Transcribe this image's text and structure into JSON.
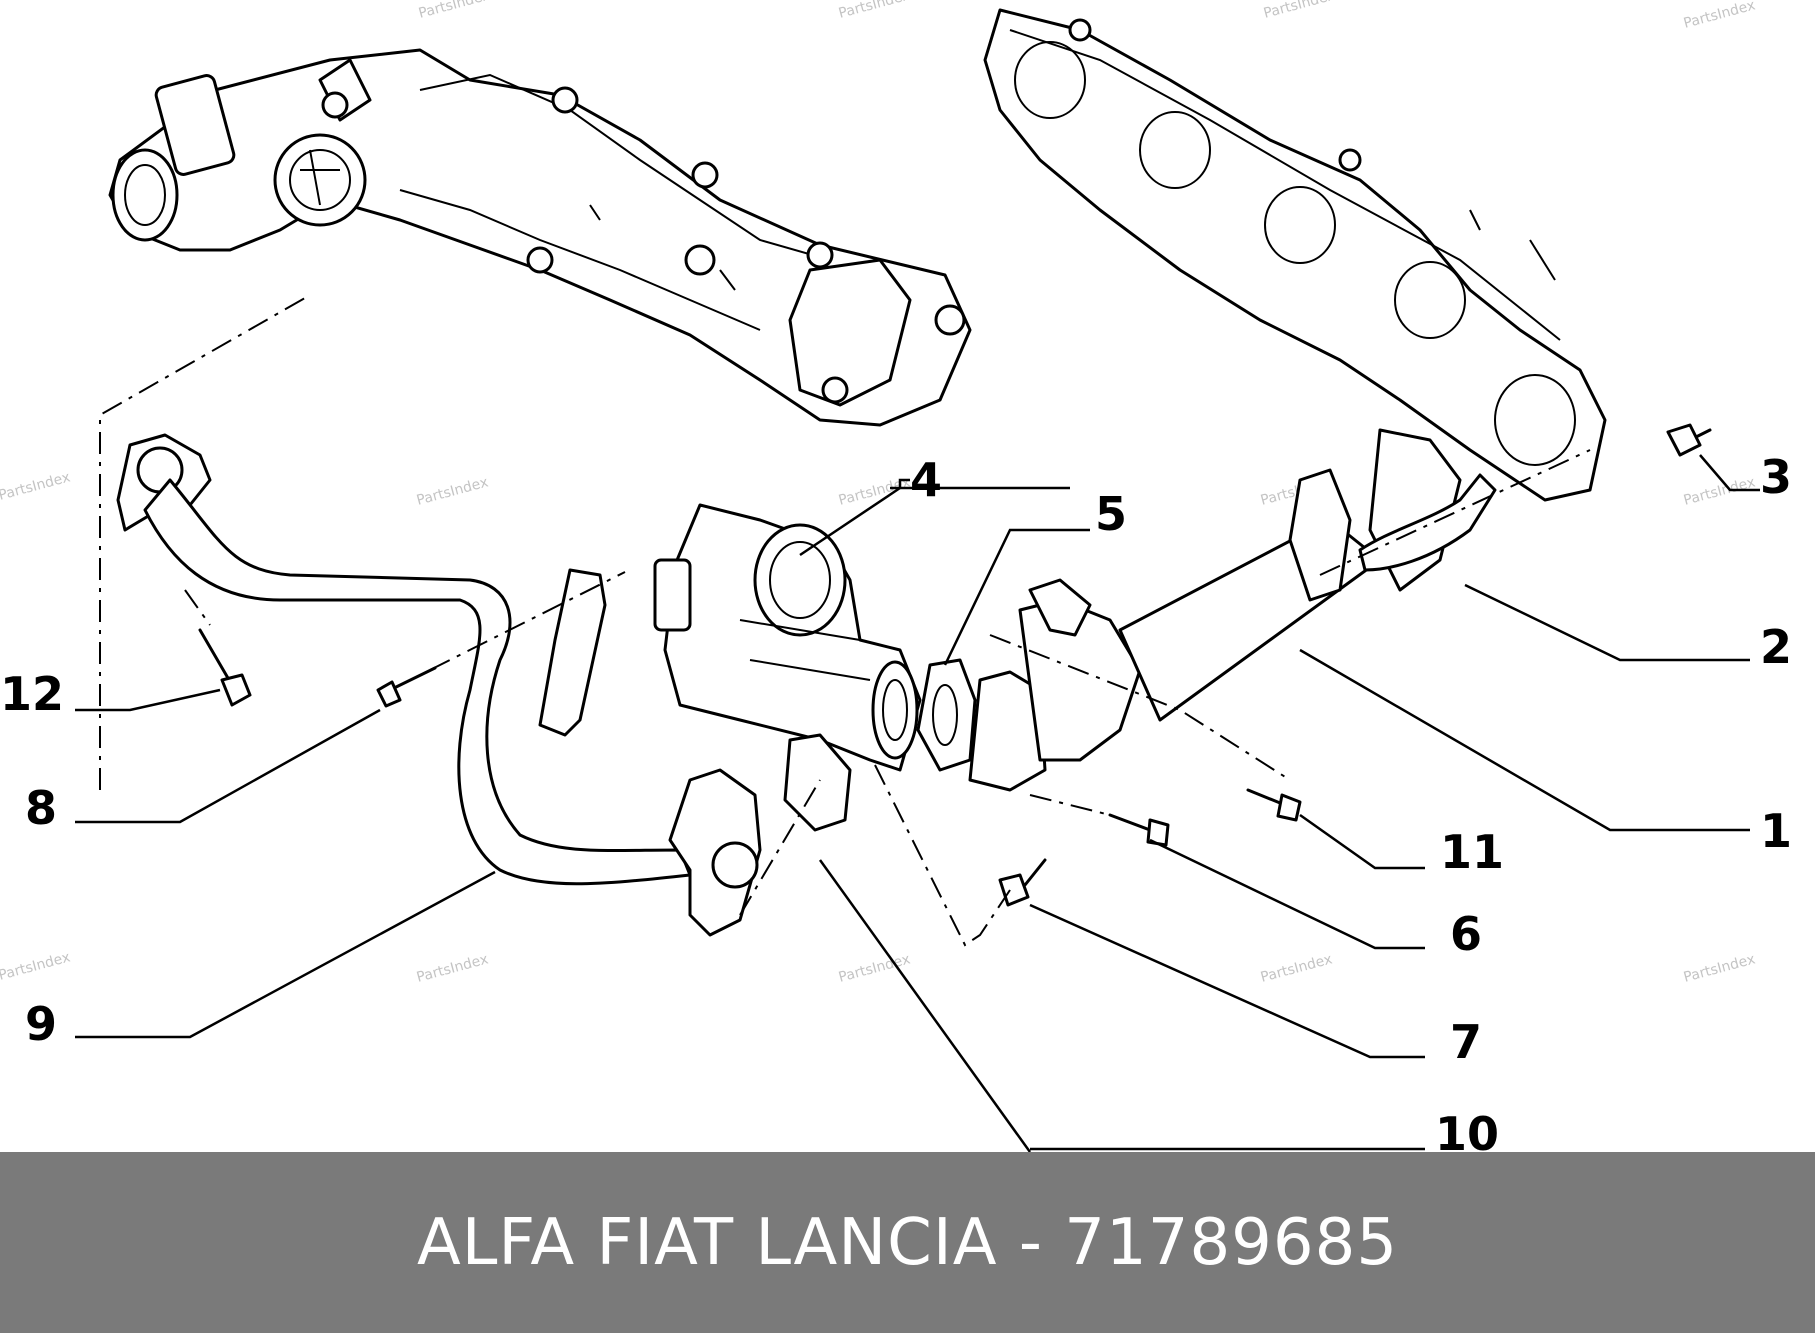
{
  "callouts": {
    "c1": "1",
    "c2": "2",
    "c3": "3",
    "c4": "4",
    "c5": "5",
    "c6": "6",
    "c7": "7",
    "c8": "8",
    "c9": "9",
    "c10": "10",
    "c11": "11",
    "c12": "12"
  },
  "watermark": "PartsIndex",
  "footer": {
    "title": "ALFA FIAT LANCIA - 71789685"
  },
  "colors": {
    "footer_bg": "#7a7a7a",
    "footer_text": "#ffffff",
    "line": "#000000",
    "watermark": "#c4c4c4"
  }
}
